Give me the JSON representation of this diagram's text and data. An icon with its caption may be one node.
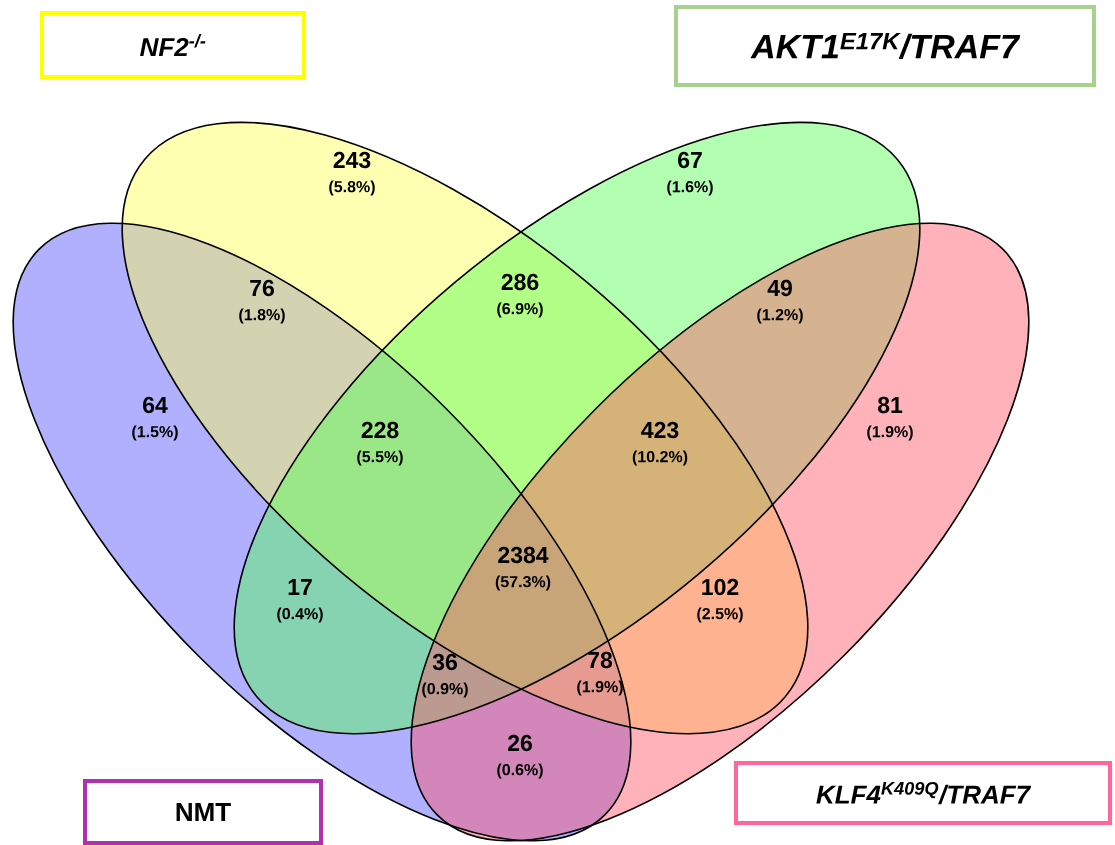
{
  "diagram": {
    "nodes": [
      {
        "text": [
          "NF2$^{-/-}$"
        ]
      },
      {
        "text": [
          "AKT1$^{E17K}$/TRAF7"
        ]
      },
      {
        "text": [
          "NMT"
        ]
      },
      {
        "text": [
          "KLF4$^{K409Q}$/TRAF7"
        ]
      }
    ],
    "labels": [
      "243",
      "(5.8%)",
      "67",
      "(1.6%)",
      "76",
      "(1.8%)",
      "286",
      "(6.9%)",
      "49",
      "(1.2%)",
      "64",
      "(1.5%)",
      "228",
      "(5.5%)",
      "423",
      "(10.2%)",
      "81",
      "(1.9%)",
      "17",
      "(0.4%)",
      "2384",
      "(57.3%)",
      "102",
      "(2.5%)",
      "36",
      "(0.9%)",
      "78",
      "(1.9%)",
      "26",
      "(0.6%)"
    ]
  }
}
